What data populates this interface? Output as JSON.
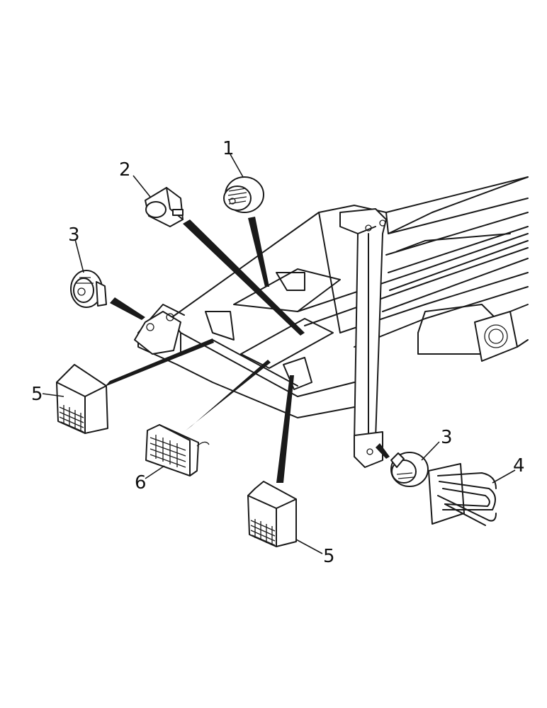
{
  "diagram": {
    "callouts": [
      {
        "id": "c1",
        "label": "1"
      },
      {
        "id": "c2",
        "label": "2"
      },
      {
        "id": "c3a",
        "label": "3"
      },
      {
        "id": "c3b",
        "label": "3"
      },
      {
        "id": "c4",
        "label": "4"
      },
      {
        "id": "c5a",
        "label": "5"
      },
      {
        "id": "c5b",
        "label": "5"
      },
      {
        "id": "c6",
        "label": "6"
      }
    ],
    "colors": {
      "ink": "#1a1a1a",
      "paper": "#ffffff"
    }
  }
}
